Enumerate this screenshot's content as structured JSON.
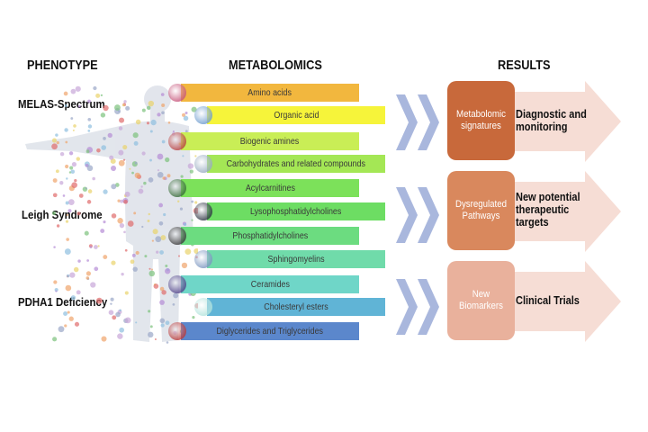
{
  "headers": {
    "phenotype": "PHENOTYPE",
    "metabolomics": "METABOLOMICS",
    "results": "RESULTS"
  },
  "phenotypes": [
    "MELAS-Spectrum",
    "Leigh Syndrome",
    "PDHA1 Deficiency"
  ],
  "metabolites": [
    {
      "label": "Amino acids",
      "color": "#f2b73e"
    },
    {
      "label": "Organic acid",
      "color": "#f6f43a"
    },
    {
      "label": "Biogenic amines",
      "color": "#c9ee56"
    },
    {
      "label": "Carbohydrates and related compounds",
      "color": "#a4e755"
    },
    {
      "label": "Acylcarnitines",
      "color": "#7ce15a"
    },
    {
      "label": "Lysophosphatidylcholines",
      "color": "#6ddd63"
    },
    {
      "label": "Phosphatidylcholines",
      "color": "#6cdc80"
    },
    {
      "label": "Sphingomyelins",
      "color": "#70dbaa"
    },
    {
      "label": "Ceramides",
      "color": "#6fd6c8"
    },
    {
      "label": "Cholesteryl esters",
      "color": "#60b4d6"
    },
    {
      "label": "Diglycerides and Triglycerides",
      "color": "#5b87cc"
    }
  ],
  "results": [
    {
      "box": "Metabolomic signatures",
      "outcome": "Diagnostic and\nmonitoring",
      "color": "#c8693b"
    },
    {
      "box": "Dysregulated Pathways",
      "outcome": "New potential\ntherapeutic\ntargets",
      "color": "#d9885d"
    },
    {
      "box": "New Biomarkers",
      "outcome": "Clinical Trials",
      "color": "#e9b19c"
    }
  ],
  "colors": {
    "chevron": "#a9b7dd",
    "arrow": "#f6ddd5"
  }
}
